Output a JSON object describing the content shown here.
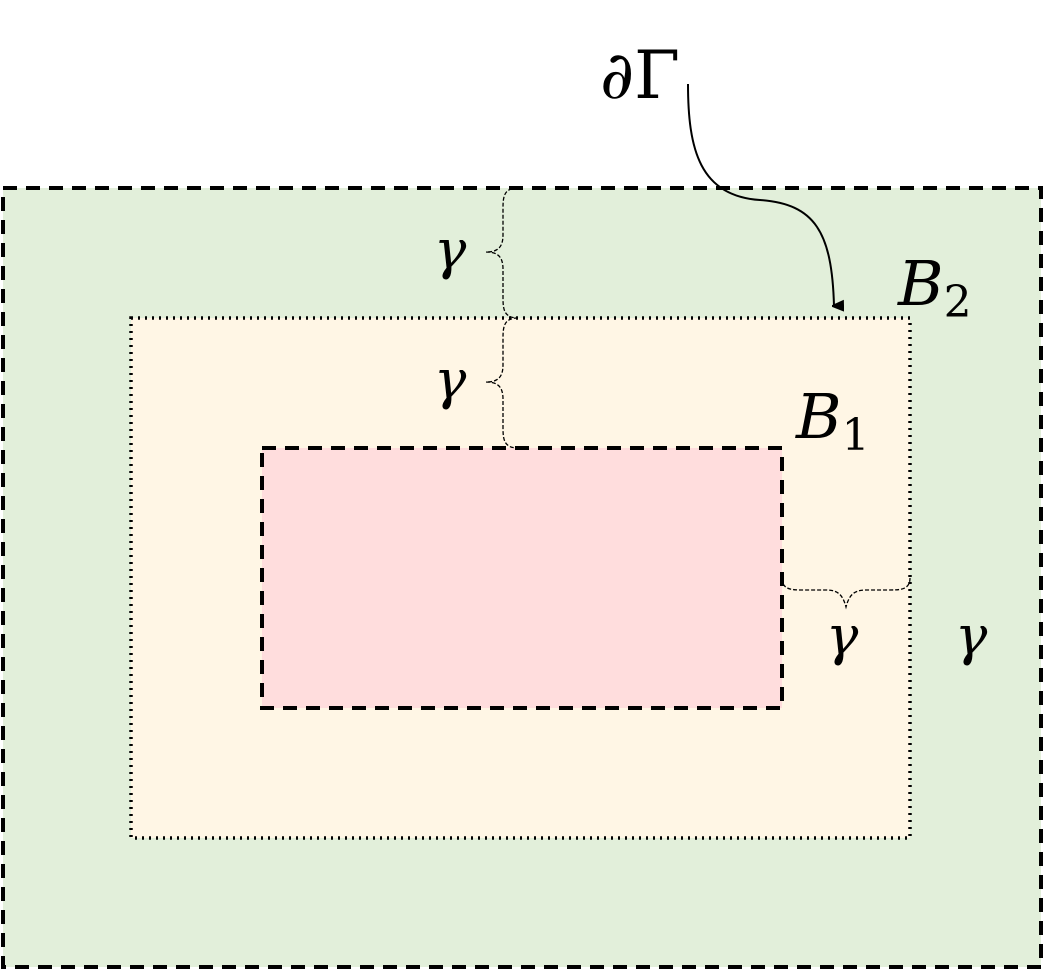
{
  "colors": {
    "outer_region": "#e2efda",
    "middle_region": "#fff6e5",
    "inner_region": "#ffdddd",
    "stroke": "#000000"
  },
  "labels": {
    "boundary": "∂Γ",
    "b1_letter": "B",
    "b1_subscript": "1",
    "b2_letter": "B",
    "b2_subscript": "2",
    "gamma_top_upper": "γ",
    "gamma_top_lower": "γ",
    "gamma_right_inner": "γ",
    "gamma_right_outer": "γ"
  }
}
